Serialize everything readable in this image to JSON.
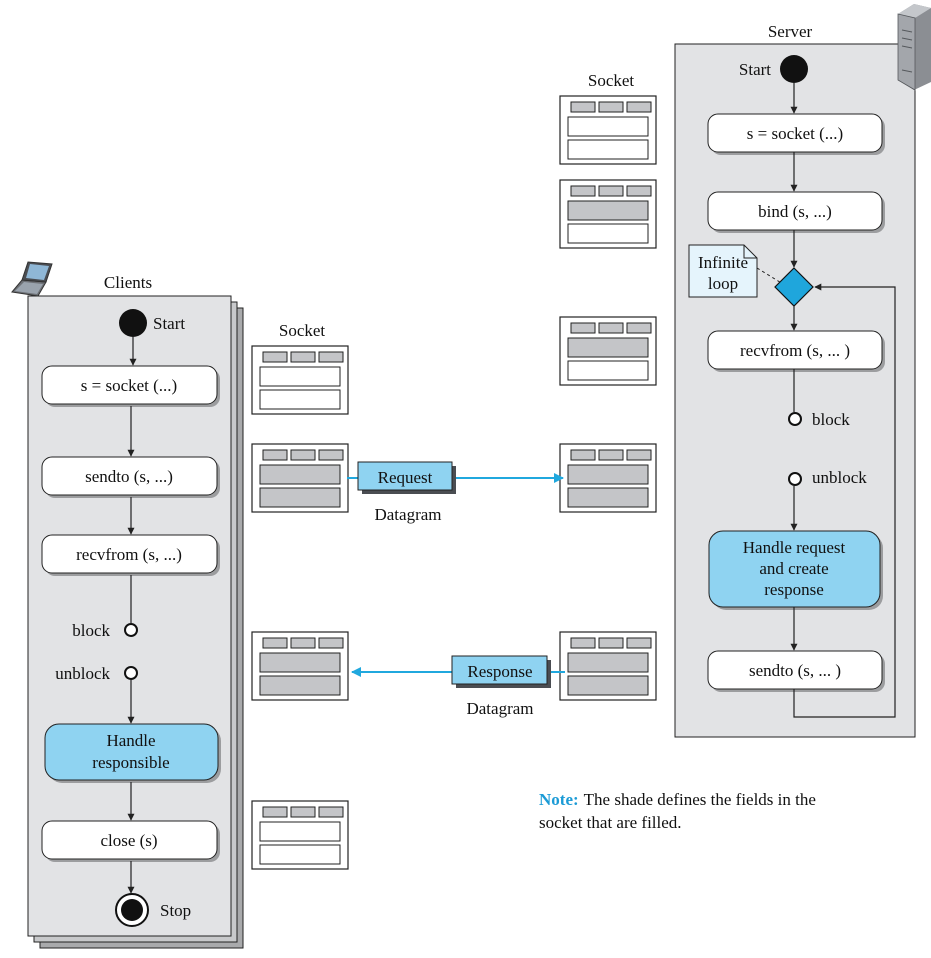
{
  "colors": {
    "panel_fill": "#e2e3e5",
    "panel_shadow": "#a9aaac",
    "box_fill": "#ffffff",
    "highlight_fill": "#8fd3f1",
    "socket_shade": "#c4c5c8",
    "arrow_blue": "#20a8de",
    "note_color": "#1c9bd6",
    "decision_fill": "#1fa6dc",
    "callout_fill": "#e5f4fc"
  },
  "client": {
    "title": "Clients",
    "start_label": "Start",
    "steps": [
      "s = socket (...)",
      "sendto (s, ...)",
      "recvfrom (s, ...)"
    ],
    "block_label": "block",
    "unblock_label": "unblock",
    "handle_lines": [
      "Handle",
      "responsible"
    ],
    "close_label": "close (s)",
    "stop_label": "Stop",
    "icon": "laptop-icon"
  },
  "server": {
    "title": "Server",
    "start_label": "Start",
    "steps": [
      "s = socket (...)",
      "bind (s, ...)",
      "recvfrom (s, ... )"
    ],
    "loop_lines": [
      "Infinite",
      "loop"
    ],
    "block_label": "block",
    "unblock_label": "unblock",
    "handle_lines": [
      "Handle request",
      "and create",
      "response"
    ],
    "send_label": "sendto (s, ... )",
    "icon": "server-tower-icon"
  },
  "socket_label": "Socket",
  "request": {
    "label": "Request",
    "caption": "Datagram"
  },
  "response": {
    "label": "Response",
    "caption": "Datagram"
  },
  "note": {
    "bold": "Note:",
    "lines": [
      "The shade defines the fields in the",
      "socket that are filled."
    ]
  }
}
